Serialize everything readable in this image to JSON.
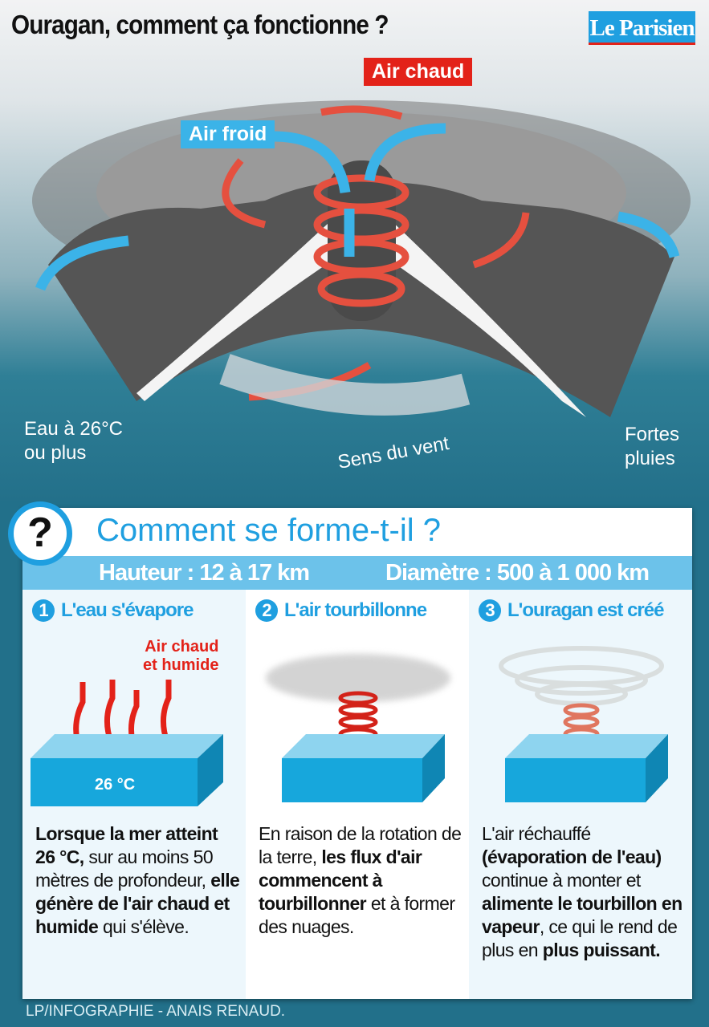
{
  "title": "Ouragan, comment ça fonctionne ?",
  "logo": "Le Parisien",
  "diagram": {
    "air_chaud": "Air chaud",
    "air_froid": "Air froid",
    "eau": [
      "Eau à 26°C",
      "ou plus"
    ],
    "sens": "Sens du vent",
    "pluies": [
      "Fortes",
      "pluies"
    ],
    "colors": {
      "hot": "#e5503f",
      "cold": "#3bb3e8",
      "tag_red": "#e32219"
    }
  },
  "panel": {
    "title": "Comment se forme-t-il ?",
    "hauteur": "Hauteur : 12 à 17 km",
    "diametre": "Diamètre : 500 à 1 000 km",
    "steps": [
      {
        "num": "1",
        "title": "L'eau s'évapore",
        "label1": "Air chaud",
        "label2": "et humide",
        "temp": "26 °C",
        "text": [
          {
            "t": "Lorsque la mer atteint 26 °C,",
            "b": true
          },
          {
            "t": " sur au moins 50 mètres de profondeur, ",
            "b": false
          },
          {
            "t": "elle génère de l'air chaud et humide",
            "b": true
          },
          {
            "t": " qui s'élève.",
            "b": false
          }
        ]
      },
      {
        "num": "2",
        "title": "L'air tourbillonne",
        "text": [
          {
            "t": "En raison de la rotation de la terre, ",
            "b": false
          },
          {
            "t": "les flux d'air commencent à tourbillonner",
            "b": true
          },
          {
            "t": " et à former des nuages.",
            "b": false
          }
        ]
      },
      {
        "num": "3",
        "title": "L'ouragan est créé",
        "text": [
          {
            "t": "L'air réchauffé ",
            "b": false
          },
          {
            "t": "(évaporation de l'eau)",
            "b": true
          },
          {
            "t": " continue à monter et ",
            "b": false
          },
          {
            "t": "alimente le tourbillon en vapeur",
            "b": true
          },
          {
            "t": ", ce qui le rend de plus en ",
            "b": false
          },
          {
            "t": "plus puissant.",
            "b": true
          }
        ]
      }
    ]
  },
  "credit": "LP/INFOGRAPHIE - ANAIS RENAUD."
}
